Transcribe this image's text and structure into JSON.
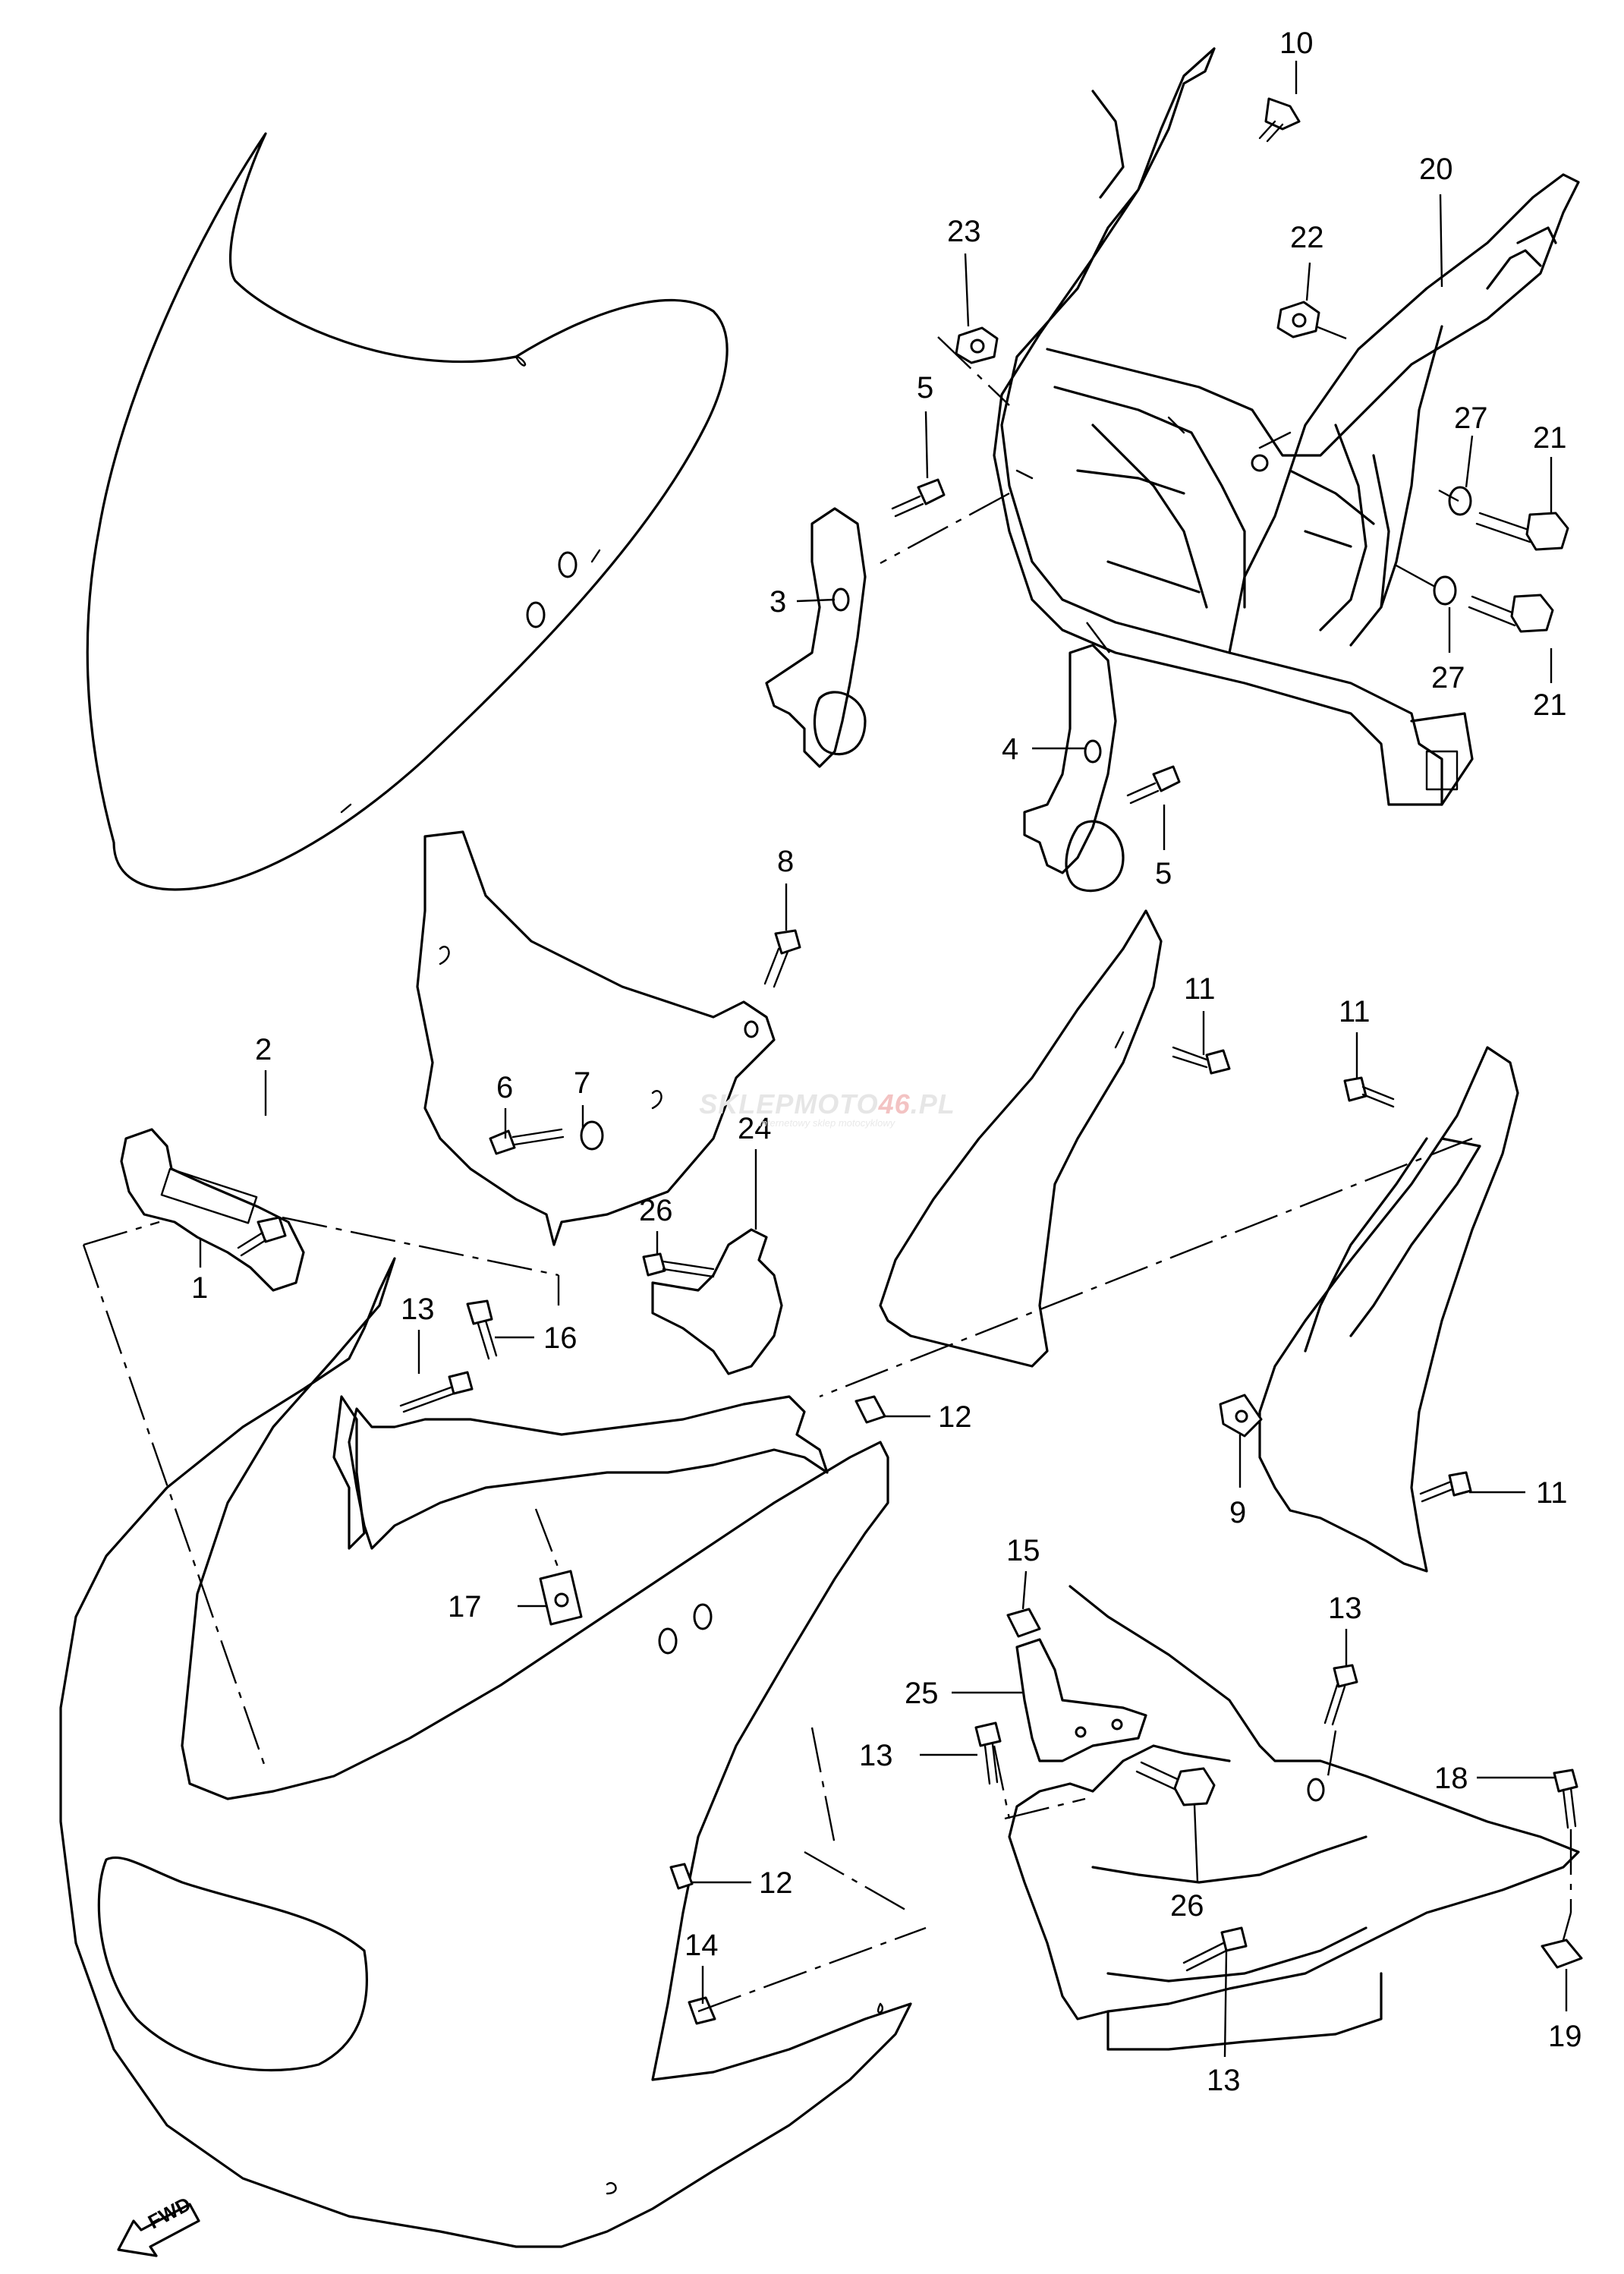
{
  "diagram": {
    "callouts": [
      {
        "id": "c10a",
        "label": "10"
      },
      {
        "id": "c20",
        "label": "20"
      },
      {
        "id": "c23",
        "label": "23"
      },
      {
        "id": "c22",
        "label": "22"
      },
      {
        "id": "c5a",
        "label": "5"
      },
      {
        "id": "c27a",
        "label": "27"
      },
      {
        "id": "c21a",
        "label": "21"
      },
      {
        "id": "c3",
        "label": "3"
      },
      {
        "id": "c27b",
        "label": "27"
      },
      {
        "id": "c21b",
        "label": "21"
      },
      {
        "id": "c4",
        "label": "4"
      },
      {
        "id": "c5b",
        "label": "5"
      },
      {
        "id": "c8",
        "label": "8"
      },
      {
        "id": "c11a",
        "label": "11"
      },
      {
        "id": "c11b",
        "label": "11"
      },
      {
        "id": "c2",
        "label": "2"
      },
      {
        "id": "c6",
        "label": "6"
      },
      {
        "id": "c7",
        "label": "7"
      },
      {
        "id": "c24",
        "label": "24"
      },
      {
        "id": "c26a",
        "label": "26"
      },
      {
        "id": "c1",
        "label": "1"
      },
      {
        "id": "c13a",
        "label": "13"
      },
      {
        "id": "c16",
        "label": "16"
      },
      {
        "id": "c12a",
        "label": "12"
      },
      {
        "id": "c9",
        "label": "9"
      },
      {
        "id": "c11c",
        "label": "11"
      },
      {
        "id": "c17",
        "label": "17"
      },
      {
        "id": "c15",
        "label": "15"
      },
      {
        "id": "c13b",
        "label": "13"
      },
      {
        "id": "c25",
        "label": "25"
      },
      {
        "id": "c13c",
        "label": "13"
      },
      {
        "id": "c18",
        "label": "18"
      },
      {
        "id": "c26b",
        "label": "26"
      },
      {
        "id": "c12b",
        "label": "12"
      },
      {
        "id": "c14",
        "label": "14"
      },
      {
        "id": "c19",
        "label": "19"
      },
      {
        "id": "c13d",
        "label": "13"
      }
    ]
  },
  "watermark": {
    "brand_prefix": "SKLEP",
    "brand_middle": "MOTO",
    "brand_accent": "46",
    "brand_suffix": ".PL",
    "tagline": "internetowy sklep motocyklowy"
  },
  "fwd_label": "FWD"
}
